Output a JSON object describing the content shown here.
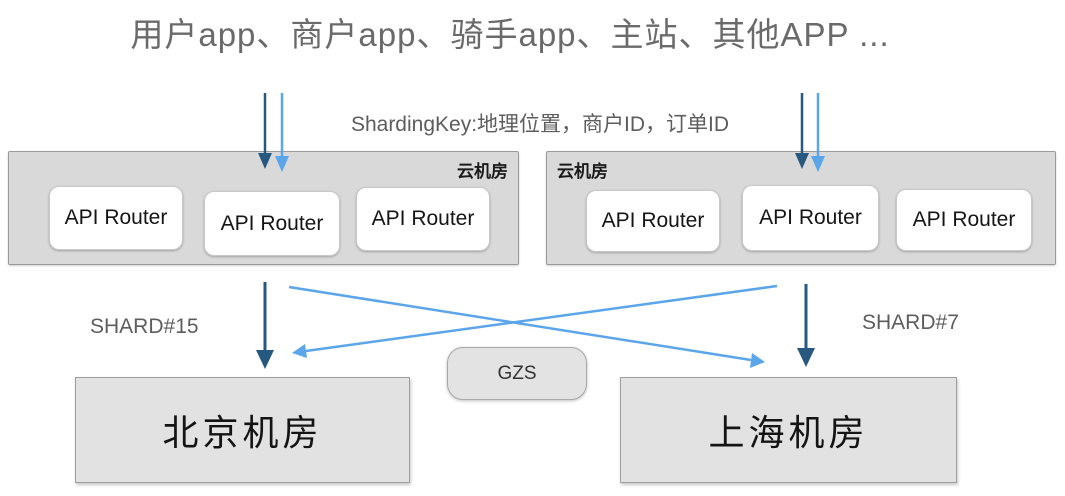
{
  "title": "用户app、商户app、骑手app、主站、其他APP ...",
  "sharding_key_label": "ShardingKey:地理位置，商户ID，订单ID",
  "cloud_rooms": [
    {
      "label": "云机房",
      "routers": [
        "API Router",
        "API Router",
        "API Router"
      ]
    },
    {
      "label": "云机房",
      "routers": [
        "API Router",
        "API Router",
        "API Router"
      ]
    }
  ],
  "shard_labels": {
    "left": "SHARD#15",
    "right": "SHARD#7"
  },
  "gzs_label": "GZS",
  "datacenters": {
    "left": "北京机房",
    "right": "上海机房"
  },
  "colors": {
    "arrow_dark": "#275880",
    "arrow_light": "#5ba5ea",
    "cloud_fill": "#d9d9d9",
    "cloud_border": "#9a9a9a",
    "router_fill": "#ffffff",
    "datacenter_fill": "#e2e2e2",
    "title_text": "#6a6a6a",
    "label_text": "#5d5d5d"
  }
}
